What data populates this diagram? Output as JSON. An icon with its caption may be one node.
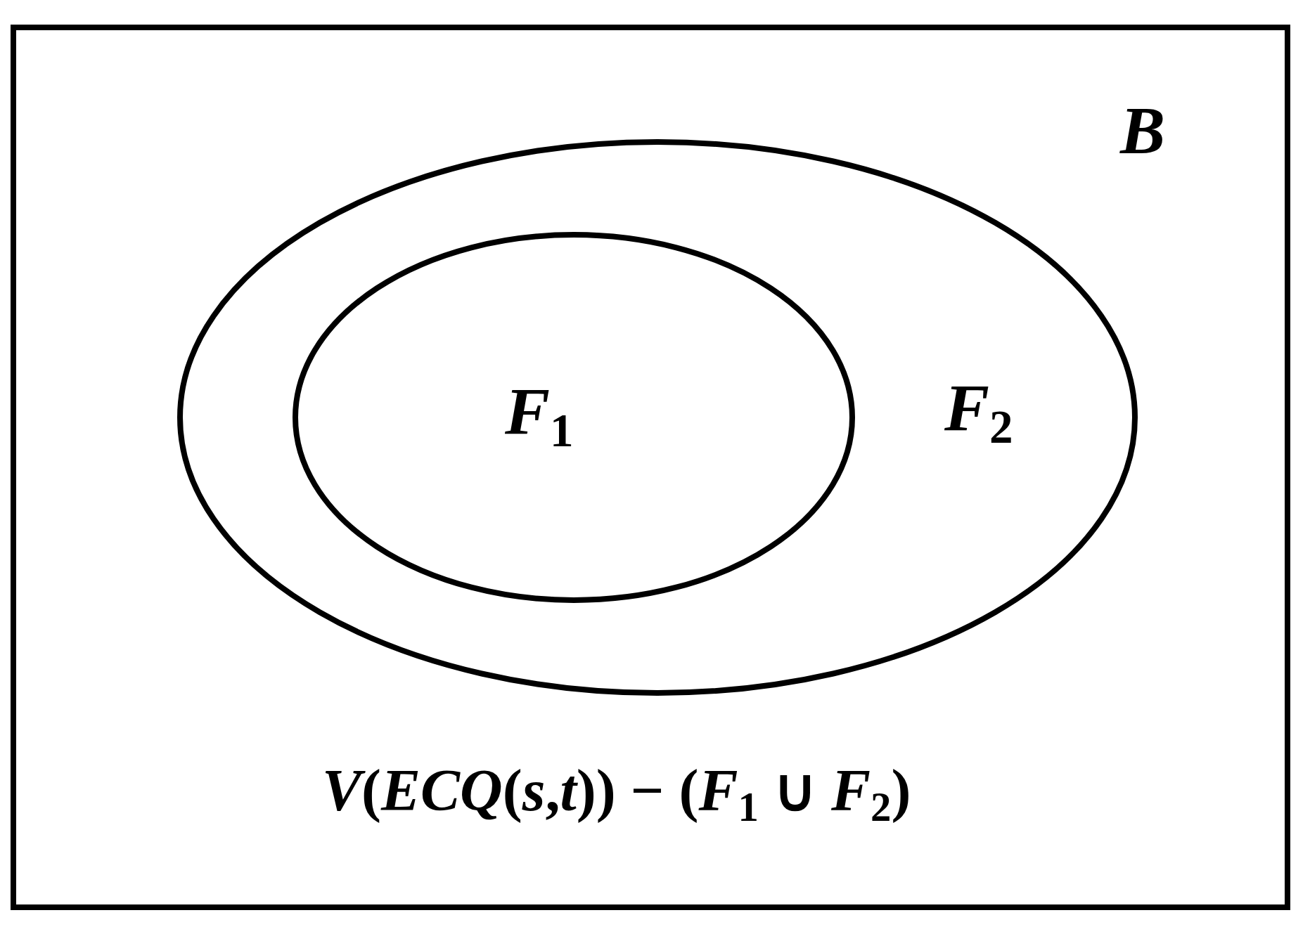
{
  "diagram": {
    "nodes": [
      {
        "text": [
          "*B*",
          "*V*(*ECQ*(*s*,*t*)) − (*F*$_{1}$ ∪ *F*$_{2}$)"
        ]
      },
      {
        "text": [
          "*F*$_{2}$"
        ],
        "in": 0
      },
      {
        "text": [
          "*F*$_{1}$"
        ],
        "in": 1
      }
    ],
    "edges": []
  }
}
